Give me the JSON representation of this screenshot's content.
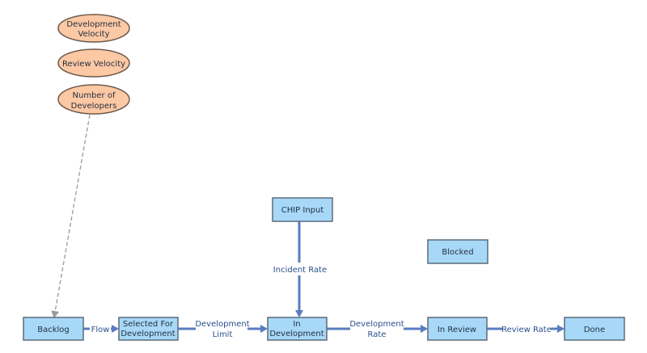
{
  "stocks": {
    "backlog": "Backlog",
    "selected_line1": "Selected For",
    "selected_line2": "Development",
    "in_dev_line1": "In",
    "in_dev_line2": "Development",
    "in_review": "In Review",
    "done": "Done",
    "chip_input": "CHIP Input",
    "blocked": "Blocked"
  },
  "variables": {
    "dev_velocity_line1": "Development",
    "dev_velocity_line2": "Velocity",
    "review_velocity": "Review Velocity",
    "num_devs_line1": "Number of",
    "num_devs_line2": "Developers"
  },
  "flows": {
    "flow": "Flow",
    "dev_limit_line1": "Development",
    "dev_limit_line2": "Limit",
    "dev_rate_line1": "Development",
    "dev_rate_line2": "Rate",
    "review_rate": "Review Rate",
    "incident_rate": "Incident Rate"
  },
  "colors": {
    "stock_fill": "#a8d8f8",
    "variable_fill": "#fdc8a4",
    "flow_arrow": "#5a7cc0"
  }
}
